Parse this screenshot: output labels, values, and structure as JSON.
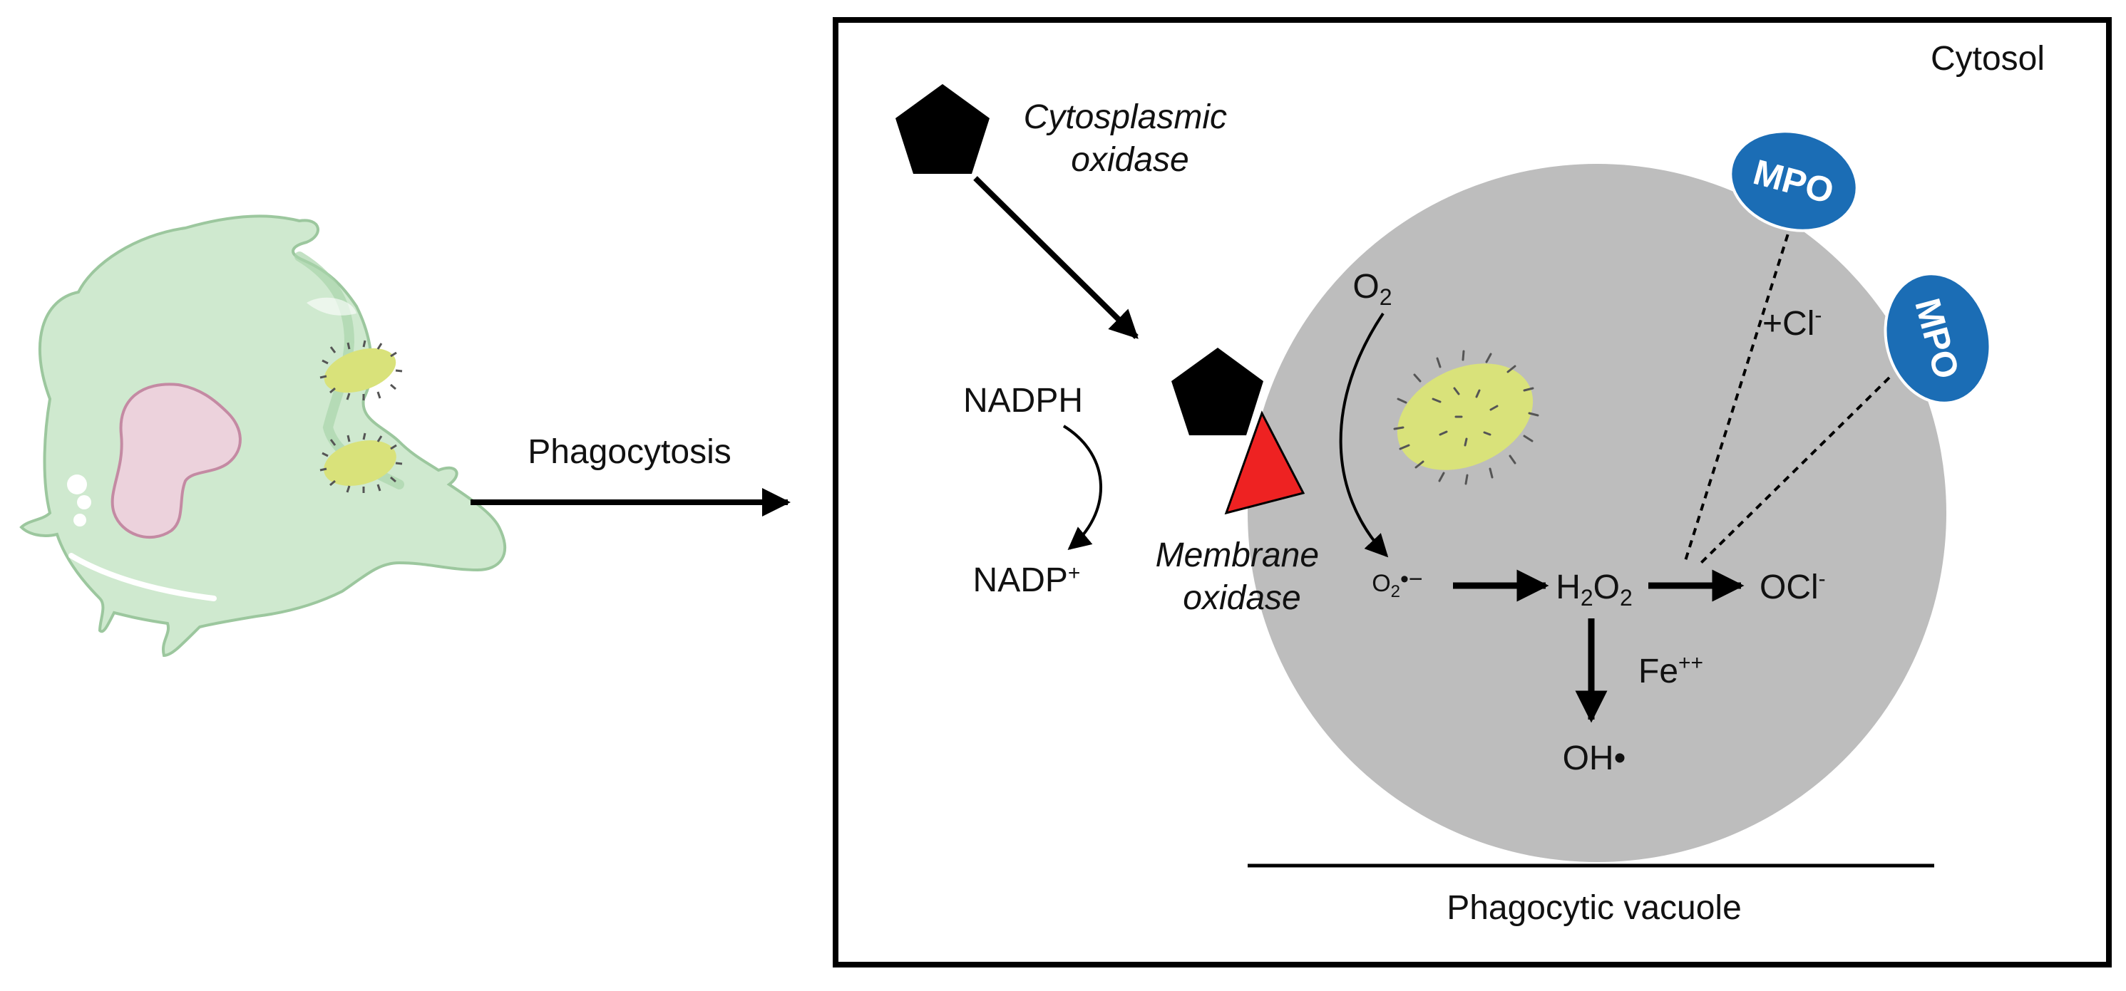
{
  "labels": {
    "phagocytosis": "Phagocytosis",
    "cytosol": "Cytosol",
    "cyto_oxidase_line1": "Cytosplasmic",
    "cyto_oxidase_line2": "oxidase",
    "membrane_oxidase_line1": "Membrane",
    "membrane_oxidase_line2": "oxidase",
    "nadph": "NADPH",
    "nadp_base": "NADP",
    "nadp_sup": "+",
    "o2_base": "O",
    "o2_sub": "2",
    "superoxide_base": "O",
    "superoxide_sub": "2",
    "superoxide_suffix": "•−",
    "h2o2_h": "H",
    "h2o2_sub1": "2",
    "h2o2_o": "O",
    "h2o2_sub2": "2",
    "ocl_base": "OCl",
    "ocl_sup": "-",
    "cl_base": "+Cl",
    "cl_sup": "-",
    "fe_base": "Fe",
    "fe_sup": "++",
    "oh": "OH•",
    "mpo_1": "MPO",
    "mpo_2": "MPO",
    "vacuole": "Phagocytic vacuole"
  },
  "colors": {
    "vacuole_fill": "#bdbdbd",
    "cell_fill": "#cfe9cf",
    "cell_stroke": "#9cc79e",
    "nucleus_fill": "#ecd2dc",
    "nucleus_stroke": "#c48aa3",
    "bacteria_fill": "#d9e27a",
    "bacteria_hair": "#555555",
    "membrane_oxidase": "#ee2222",
    "pentagon": "#000000",
    "mpo_fill": "#1b6db5",
    "frame": "#000000"
  },
  "icons": {
    "cyto_oxidase": "pentagon-icon",
    "membrane_oxidase": "triangle-icon",
    "cell": "phagocyte-cell-icon",
    "bacterium": "bacterium-icon",
    "mpo": "mpo-ellipse-icon"
  }
}
